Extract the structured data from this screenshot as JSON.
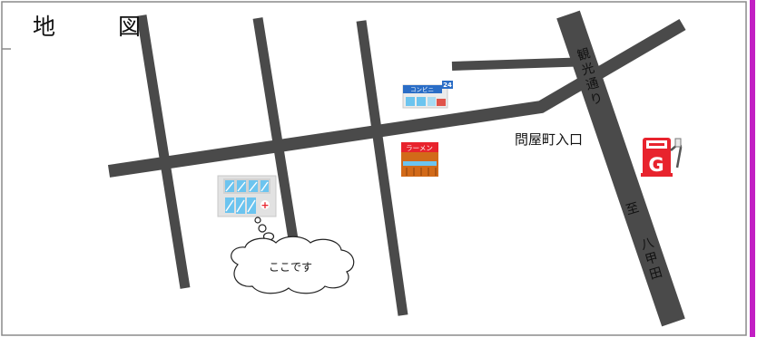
{
  "map": {
    "title": "地　図",
    "junction_label": "問屋町入口",
    "road_kanko": [
      "観",
      "光",
      "通",
      "り"
    ],
    "destination_prefix": "至",
    "destination_name": [
      "八",
      "甲",
      "田"
    ],
    "you_are_here": "ここです"
  },
  "icons": {
    "convenience_store": {
      "sign": "コンビニ",
      "badge": "24"
    },
    "ramen_shop": {
      "sign": "ラーメン"
    },
    "gas_station": {
      "sign": "G"
    },
    "hospital": {
      "cross": "+"
    }
  },
  "colors": {
    "road": "#4a4a4a",
    "accent_edge": "#c21fc4",
    "gas_red": "#e8232d",
    "sign_blue": "#2a6dc6"
  }
}
